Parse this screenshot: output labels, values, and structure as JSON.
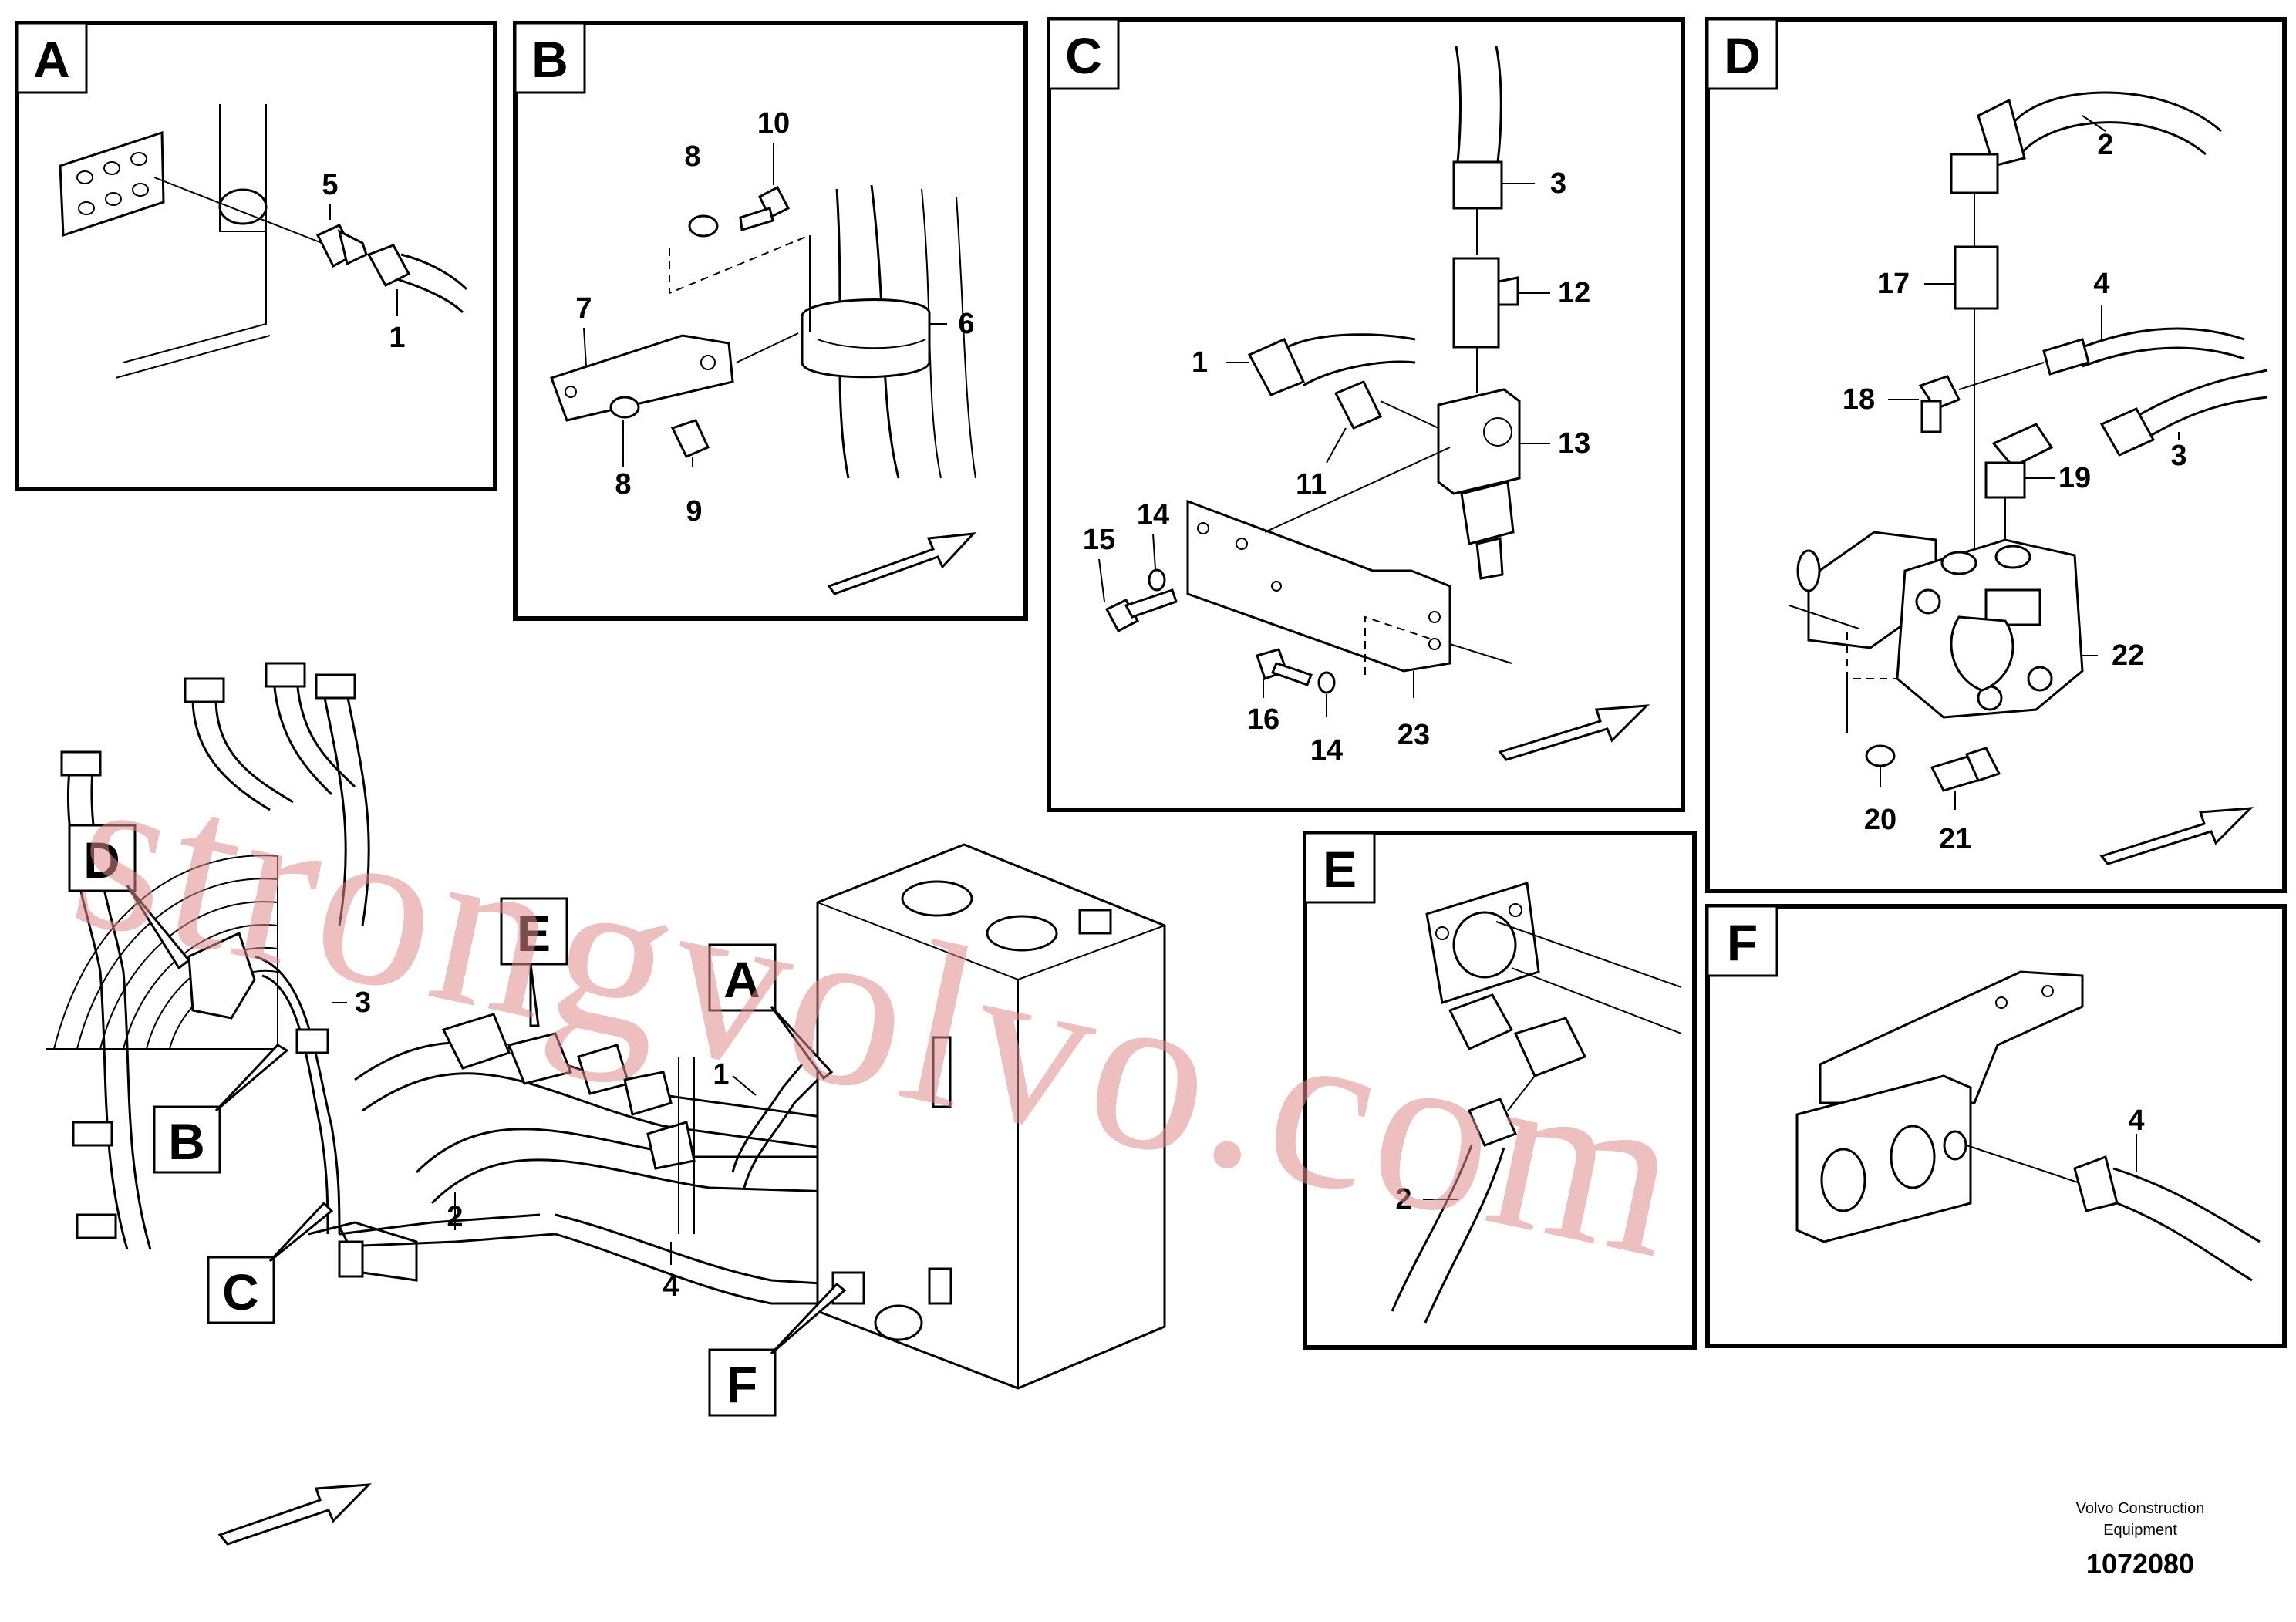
{
  "panels": {
    "A": {
      "letter": "A",
      "callouts": [
        "5",
        "1"
      ]
    },
    "B": {
      "letter": "B",
      "callouts": [
        "8",
        "10",
        "7",
        "6",
        "8",
        "9"
      ]
    },
    "C": {
      "letter": "C",
      "callouts": [
        "3",
        "12",
        "1",
        "13",
        "11",
        "15",
        "14",
        "16",
        "14",
        "23"
      ]
    },
    "D": {
      "letter": "D",
      "callouts": [
        "2",
        "17",
        "4",
        "18",
        "3",
        "19",
        "22",
        "20",
        "21"
      ]
    },
    "E": {
      "letter": "E",
      "callouts": [
        "2"
      ]
    },
    "F": {
      "letter": "F",
      "callouts": [
        "4"
      ]
    }
  },
  "overview": {
    "detail_labels": [
      "D",
      "E",
      "A",
      "B",
      "C",
      "F"
    ],
    "callouts": [
      "3",
      "1",
      "2",
      "4"
    ]
  },
  "footer": {
    "company_line1": "Volvo Construction",
    "company_line2": "Equipment",
    "drawing_number": "1072080"
  },
  "watermark": "strongvolvo.com",
  "colors": {
    "line": "#000000",
    "watermark": "#e08a8a",
    "background": "#ffffff"
  }
}
